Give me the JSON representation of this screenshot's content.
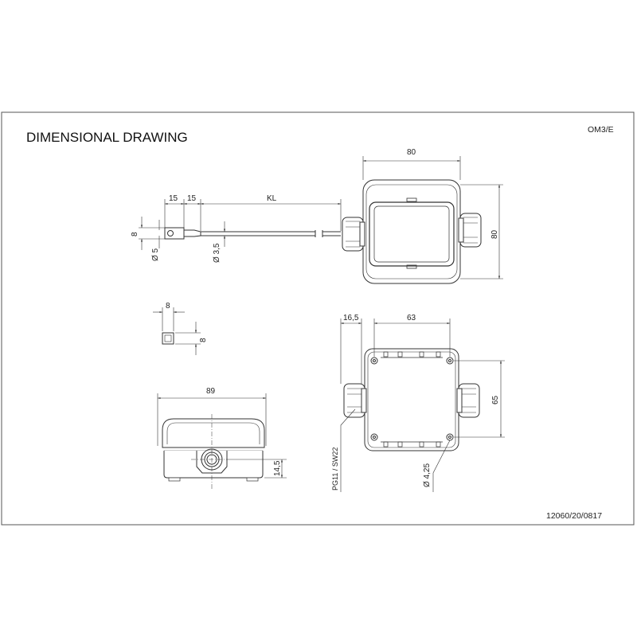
{
  "title": "DIMENSIONAL DRAWING",
  "model_code": "OM3/E",
  "drawing_number": "12060/20/0817",
  "sensor": {
    "dim_15_a": "15",
    "dim_15_b": "15",
    "dim_kl": "KL",
    "dim_8": "8",
    "dim_d5": "Ø 5",
    "dim_d35": "Ø 3,5"
  },
  "terminal": {
    "dim_8_width": "8",
    "dim_8_height": "8"
  },
  "front_view": {
    "dim_width": "80",
    "dim_height": "80"
  },
  "top_view": {
    "dim_16_5": "16,5",
    "dim_63": "63",
    "dim_65": "65",
    "label_pg": "PG11 / SW22",
    "label_hole": "Ø 4,25"
  },
  "side_view": {
    "dim_89": "89",
    "dim_14_5": "14,5"
  }
}
